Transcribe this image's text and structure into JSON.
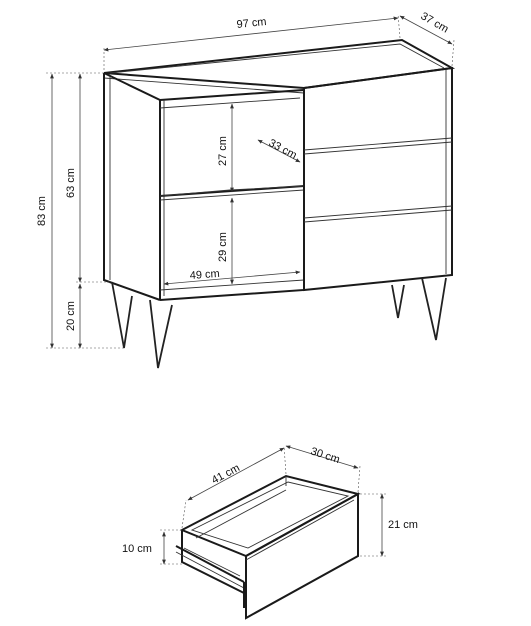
{
  "diagram": {
    "cabinet": {
      "labels": {
        "width": "97 cm",
        "depth": "37 cm",
        "total_height": "83 cm",
        "body_height": "63 cm",
        "leg_height": "20 cm",
        "upper_shelf_height": "27 cm",
        "shelf_depth": "33 cm",
        "lower_shelf_height": "29 cm",
        "inner_width": "49 cm"
      },
      "drawer_count": 3,
      "shelf_count": 2
    },
    "drawer": {
      "labels": {
        "inner_width": "41 cm",
        "inner_depth": "30 cm",
        "front_height": "21 cm",
        "side_height": "10 cm"
      }
    }
  }
}
